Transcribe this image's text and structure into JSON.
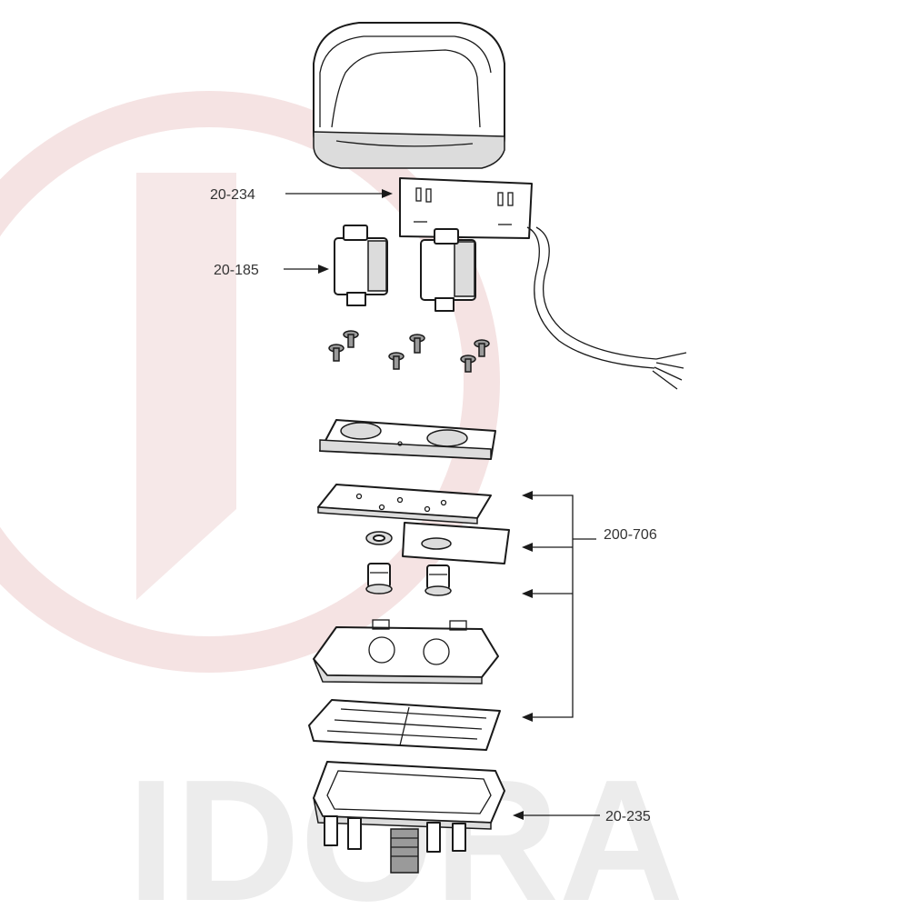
{
  "watermark": {
    "text": "IDORA"
  },
  "callouts": [
    {
      "id": "20-234",
      "label": "20-234"
    },
    {
      "id": "20-185",
      "label": "20-185"
    },
    {
      "id": "200-706",
      "label": "200-706"
    },
    {
      "id": "20-235",
      "label": "20-235"
    }
  ],
  "colors": {
    "line": "#1a1a1a",
    "watermark_red": "#f3dede",
    "watermark_gray": "#ececec"
  }
}
